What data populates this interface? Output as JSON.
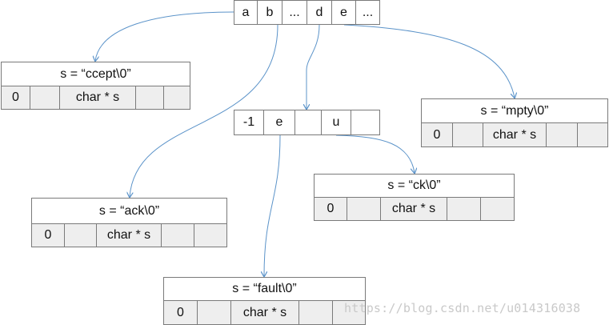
{
  "colors": {
    "edge": "#5b93c9",
    "border": "#7a7a7a",
    "row_fill": "#eeeeee"
  },
  "root_node": {
    "cells": [
      "a",
      "b",
      "...",
      "d",
      "e",
      "..."
    ]
  },
  "mid_node": {
    "cells": [
      "-1",
      "e",
      "",
      "u",
      ""
    ]
  },
  "struct_nodes": [
    {
      "id": "ccept",
      "title": "s = “ccept\\0”",
      "cells": [
        "0",
        "",
        "char * s",
        "",
        ""
      ]
    },
    {
      "id": "mpty",
      "title": "s = “mpty\\0”",
      "cells": [
        "0",
        "",
        "char * s",
        "",
        ""
      ]
    },
    {
      "id": "ack",
      "title": "s = “ack\\0”",
      "cells": [
        "0",
        "",
        "char * s",
        "",
        ""
      ]
    },
    {
      "id": "ck",
      "title": "s = “ck\\0”",
      "cells": [
        "0",
        "",
        "char * s",
        "",
        ""
      ]
    },
    {
      "id": "fault",
      "title": "s = “fault\\0”",
      "cells": [
        "0",
        "",
        "char * s",
        "",
        ""
      ]
    }
  ],
  "watermark": "https://blog.csdn.net/u014316038"
}
